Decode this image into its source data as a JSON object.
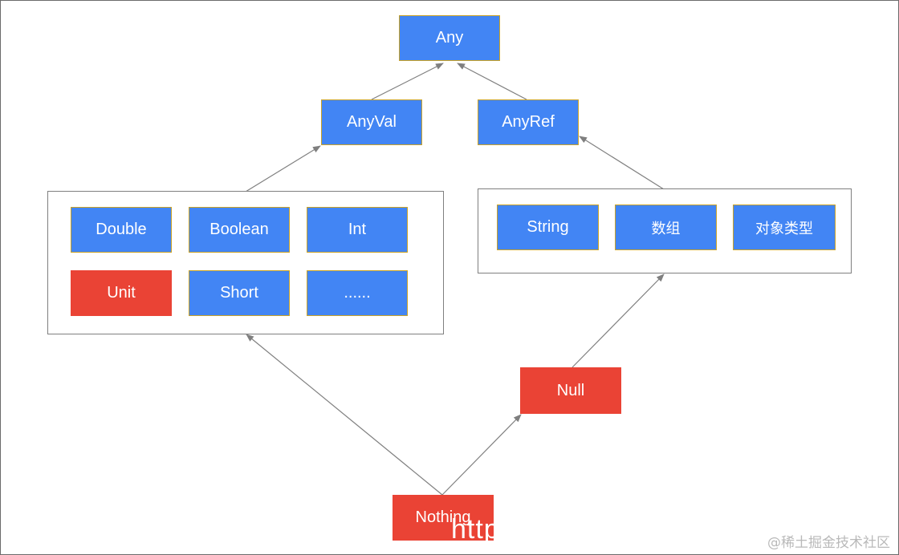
{
  "diagram": {
    "nodes": {
      "any": "Any",
      "anyval": "AnyVal",
      "anyref": "AnyRef",
      "double": "Double",
      "boolean": "Boolean",
      "int": "Int",
      "unit": "Unit",
      "short": "Short",
      "more": "......",
      "string": "String",
      "array": "数组",
      "object_type": "对象类型",
      "null": "Null",
      "nothing": "Nothing"
    },
    "overlay_text": "http",
    "watermark": "@稀土掘金技术社区",
    "colors": {
      "value_type": "#4285f4",
      "bottom_type": "#ea4335",
      "edge": "#7f7f7f"
    }
  }
}
